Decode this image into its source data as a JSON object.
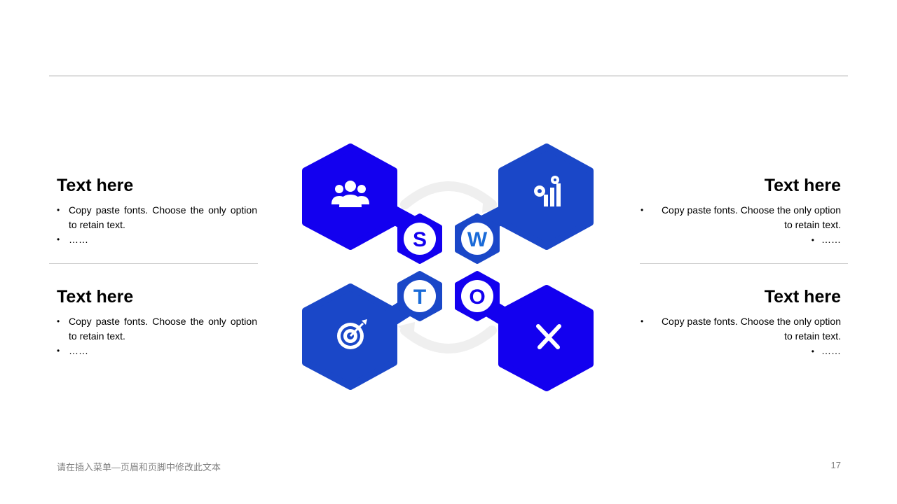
{
  "blocks": {
    "s": {
      "title": "Text here",
      "bullet1": "Copy paste fonts. Choose the only option to retain text.",
      "bullet2": "……"
    },
    "w": {
      "title": "Text here",
      "bullet1": "Copy paste fonts. Choose the only option to retain text.",
      "bullet2": "……"
    },
    "t": {
      "title": "Text here",
      "bullet1": "Copy paste fonts. Choose the only option to retain text.",
      "bullet2": "……"
    },
    "o": {
      "title": "Text here",
      "bullet1": "Copy paste fonts. Choose the only option to retain text.",
      "bullet2": "……"
    }
  },
  "swot": {
    "s": {
      "letter": "S",
      "icon": "team-icon",
      "color": "#1300ef",
      "letter_color": "#1300ef"
    },
    "w": {
      "letter": "W",
      "icon": "chart-gear-icon",
      "color": "#1a47c8",
      "letter_color": "#1a6ad8"
    },
    "t": {
      "letter": "T",
      "icon": "target-icon",
      "color": "#1a47c8",
      "letter_color": "#1a6ad8"
    },
    "o": {
      "letter": "O",
      "icon": "tools-icon",
      "color": "#1300ef",
      "letter_color": "#1300ef"
    }
  },
  "footer": {
    "text": "请在插入菜单—页眉和页脚中修改此文本",
    "page_number": "17"
  }
}
